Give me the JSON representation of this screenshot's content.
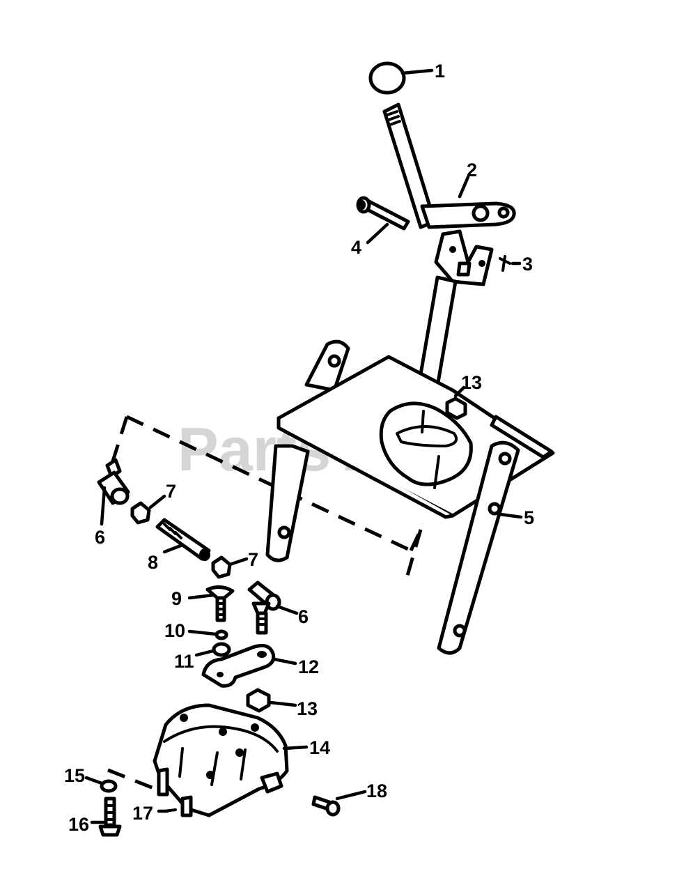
{
  "watermark": "PartsTree",
  "callouts": {
    "c1": "1",
    "c2": "2",
    "c3": "3",
    "c4": "4",
    "c5": "5",
    "c6a": "6",
    "c6b": "6",
    "c7a": "7",
    "c7b": "7",
    "c8": "8",
    "c9": "9",
    "c10": "10",
    "c11": "11",
    "c12": "12",
    "c13a": "13",
    "c13b": "13",
    "c14": "14",
    "c15": "15",
    "c16": "16",
    "c17": "17",
    "c18": "18"
  }
}
